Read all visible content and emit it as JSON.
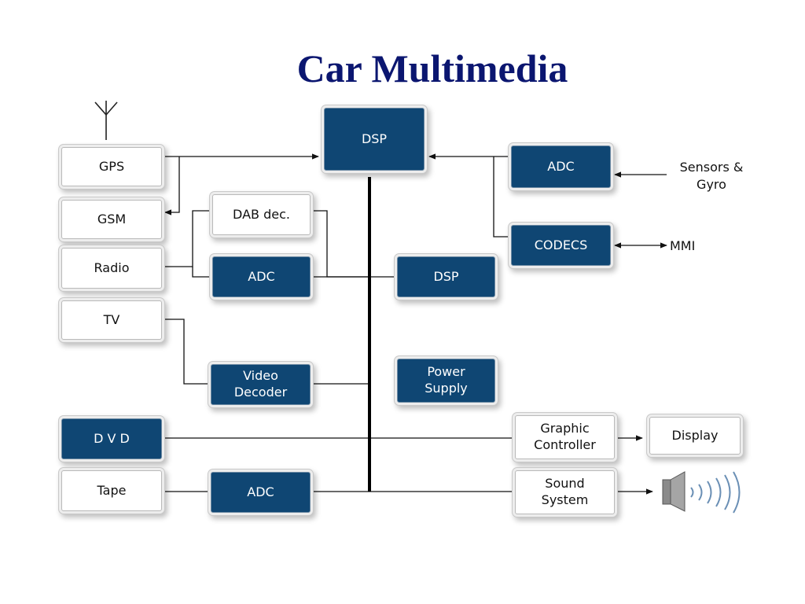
{
  "title": "Car Multimedia",
  "blocks": {
    "dsp_top": "DSP",
    "gps": "GPS",
    "gsm": "GSM",
    "radio": "Radio",
    "tv": "TV",
    "dab": "DAB dec.",
    "adc_radio": "ADC",
    "dsp_mid": "DSP",
    "video_decoder": "Video\nDecoder",
    "power_supply": "Power\nSupply",
    "adc_sensors": "ADC",
    "codecs": "CODECS",
    "dvd": "D V D",
    "tape": "Tape",
    "adc_tape": "ADC",
    "graphic_controller": "Graphic\nController",
    "display": "Display",
    "sound_system": "Sound\nSystem"
  },
  "labels": {
    "sensors": "Sensors &\nGyro",
    "mmi": "MMI"
  },
  "icons": [
    "antenna-icon",
    "speaker-icon"
  ],
  "colors": {
    "title": "#0b1670",
    "blue_block": "#0f4673",
    "bus": "#000000"
  }
}
